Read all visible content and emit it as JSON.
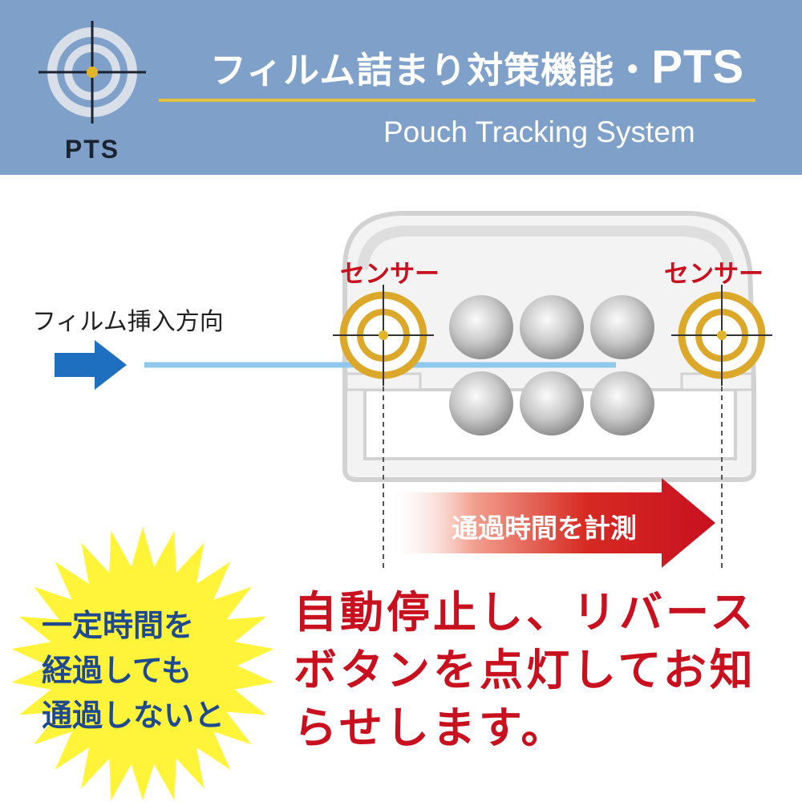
{
  "header": {
    "title_main": "フィルム詰まり対策機能・",
    "title_suffix": "PTS",
    "subtitle": "Pouch Tracking System",
    "logo_text": "PTS",
    "background_color": "#7ea0c9",
    "rule_color": "#e1c13f"
  },
  "diagram": {
    "sensor_left_label": "センサー",
    "sensor_right_label": "センサー",
    "direction_label": "フィルム挿入方向",
    "measure_label": "通過時間を計測",
    "accent_color": "#c8101f",
    "sensor_ring_color": "#dca82a",
    "film_color": "#8fc8ec",
    "arrow_color": "#1e6fbf"
  },
  "callout": {
    "lines": [
      "一定時間を",
      "経過しても",
      "通過しないと"
    ],
    "burst_color": "#fff43a",
    "text_color": "#1f4a8f"
  },
  "message": {
    "lines": [
      "自動停止し、リバース",
      "ボタンを点灯してお知",
      "らせします。"
    ],
    "color": "#c8101f"
  }
}
